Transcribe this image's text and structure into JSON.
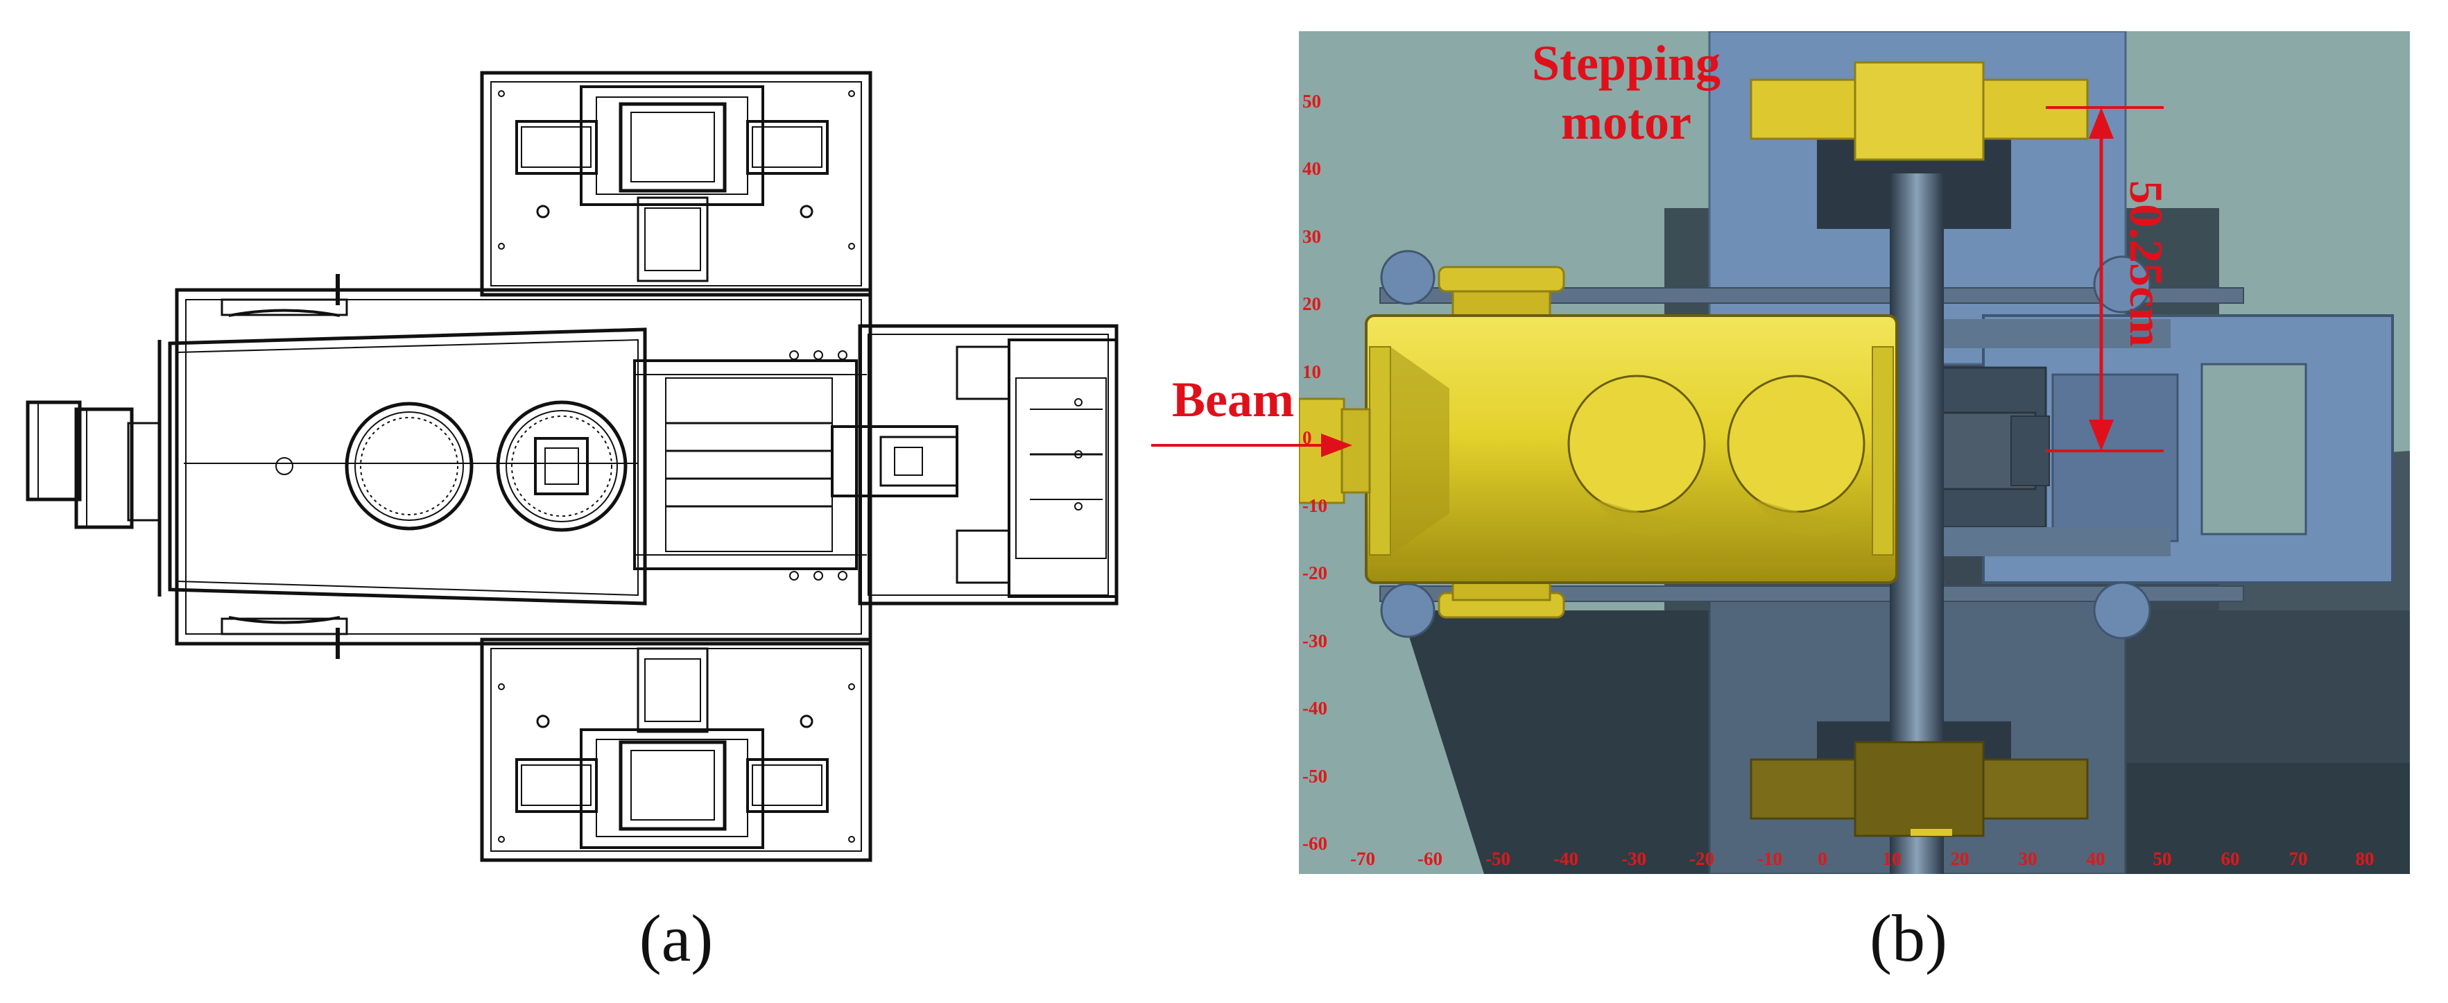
{
  "panels": {
    "a": {
      "caption": "(a)"
    },
    "b": {
      "caption": "(b)",
      "labels": {
        "stepping_line1": "Stepping",
        "stepping_line2": "motor",
        "beam": "Beam",
        "dimension": "50.25cm"
      },
      "y_ticks": [
        "50",
        "40",
        "30",
        "20",
        "10",
        "0",
        "-10",
        "-20",
        "-30",
        "-40",
        "-50",
        "-60"
      ],
      "x_ticks": [
        "-70",
        "-60",
        "-50",
        "-40",
        "-30",
        "-20",
        "-10",
        "0",
        "10",
        "20",
        "30",
        "40",
        "50",
        "60",
        "70",
        "80"
      ],
      "colors": {
        "background": "#8aa9a7",
        "frame": "#6f8fb6",
        "chamber": "#e3d12c",
        "motor": "#ddc830",
        "shadow": "#2e3c46",
        "annotation": "#e0101a"
      }
    }
  }
}
